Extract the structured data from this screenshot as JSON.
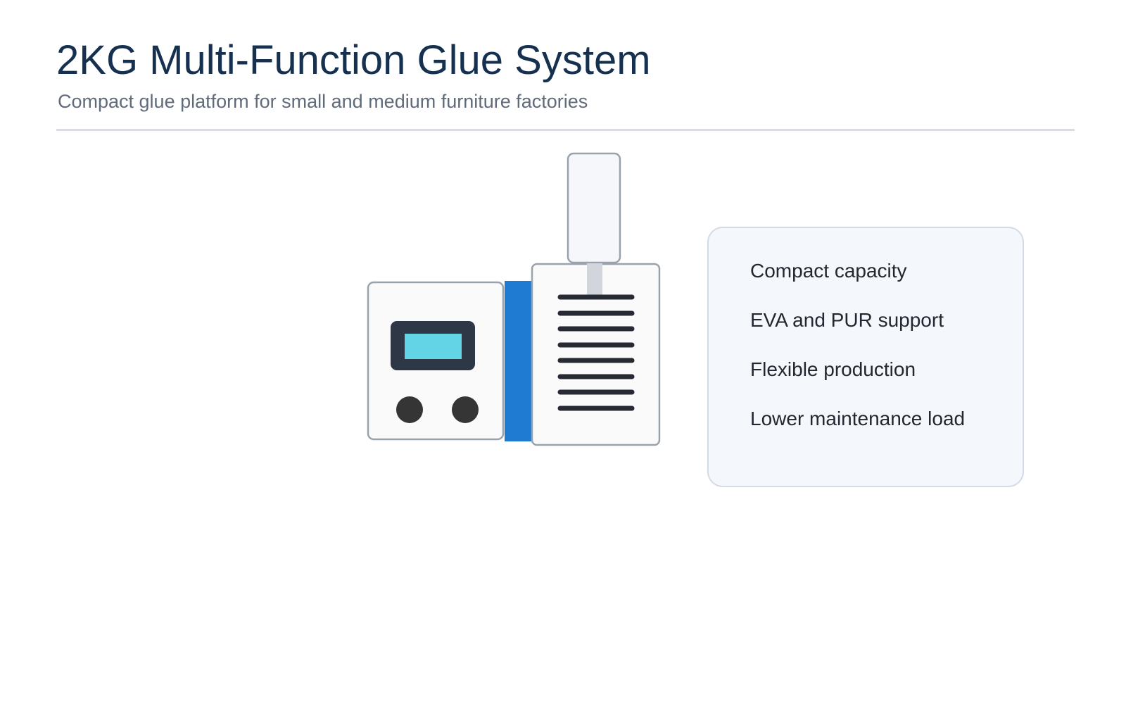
{
  "header": {
    "title": "2KG Multi-Function Glue System",
    "subtitle": "Compact glue platform for small and medium furniture factories"
  },
  "illustration": {
    "icon": "glue-machine-icon",
    "colors": {
      "accent": "#1f7bd0",
      "display_screen": "#62d4e6",
      "display_frame": "#2e3746",
      "knob": "#353535",
      "panel_fill": "#fafafa",
      "panel_stroke": "#9aa2ad",
      "vent_slot": "#252a33",
      "hopper_fill": "#f5f7fa",
      "neck": "#d1d5dc"
    }
  },
  "features": {
    "items": [
      {
        "label": "Compact capacity"
      },
      {
        "label": "EVA and PUR support"
      },
      {
        "label": "Flexible production"
      },
      {
        "label": "Lower maintenance load"
      }
    ]
  },
  "colors": {
    "title": "#16304f",
    "subtitle": "#5f6b7a",
    "divider": "#d6dde6",
    "panel_background": "#f4f7fb",
    "panel_border": "#d3dbe6"
  }
}
